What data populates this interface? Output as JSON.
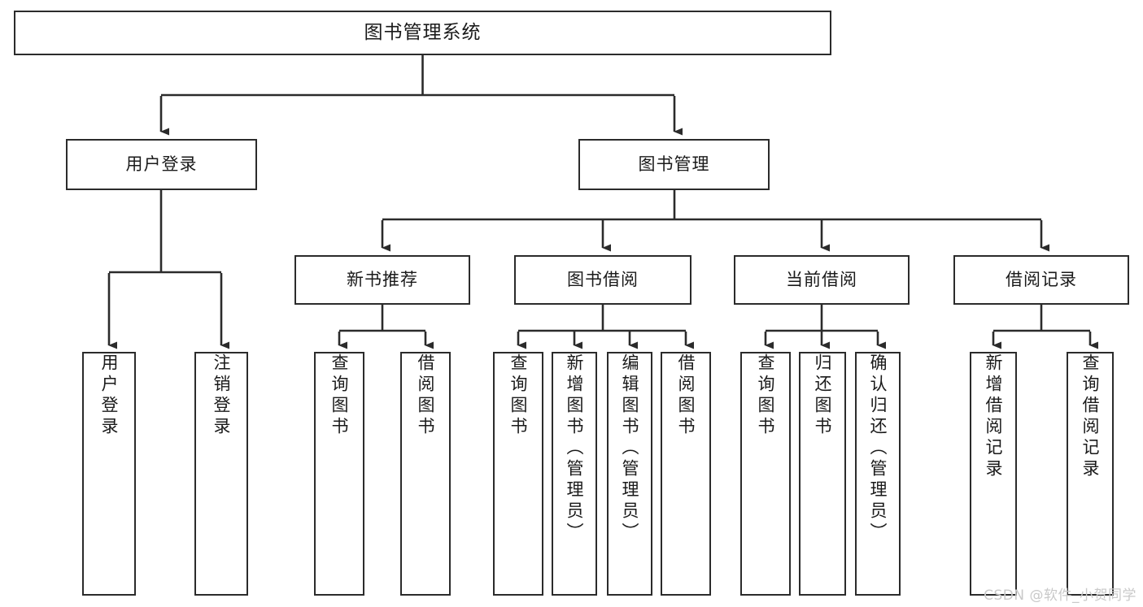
{
  "diagram": {
    "title": "图书管理系统",
    "type": "tree",
    "watermark": "CSDN @软件_小贺同学",
    "colors": {
      "box_border": "#2b2b2b",
      "box_fill": "#ffffff",
      "line": "#2b2b2b",
      "text": "#1a1a1a",
      "watermark": "#c9c9c9"
    },
    "nodes": {
      "root": {
        "label": "图书管理系统"
      },
      "level2": [
        {
          "id": "user-login",
          "label": "用户登录"
        },
        {
          "id": "book-manage",
          "label": "图书管理"
        }
      ],
      "level3": [
        {
          "id": "new-book-recommend",
          "label": "新书推荐"
        },
        {
          "id": "book-borrow",
          "label": "图书借阅"
        },
        {
          "id": "current-borrow",
          "label": "当前借阅"
        },
        {
          "id": "borrow-record",
          "label": "借阅记录"
        }
      ],
      "leaves": {
        "user_login": [
          {
            "id": "leaf-user-login",
            "label": "用户登录"
          },
          {
            "id": "leaf-logout-login",
            "label": "注销登录"
          }
        ],
        "new_book_recommend": [
          {
            "id": "leaf-query-book-1",
            "label": "查询图书"
          },
          {
            "id": "leaf-borrow-book-1",
            "label": "借阅图书"
          }
        ],
        "book_borrow": [
          {
            "id": "leaf-query-book-2",
            "label": "查询图书"
          },
          {
            "id": "leaf-add-book",
            "label": "新增图书（管理员）"
          },
          {
            "id": "leaf-edit-book",
            "label": "编辑图书（管理员）"
          },
          {
            "id": "leaf-borrow-book-2",
            "label": "借阅图书"
          }
        ],
        "current_borrow": [
          {
            "id": "leaf-query-book-3",
            "label": "查询图书"
          },
          {
            "id": "leaf-return-book",
            "label": "归还图书"
          },
          {
            "id": "leaf-confirm-return",
            "label": "确认归还（管理员）"
          }
        ],
        "borrow_record": [
          {
            "id": "leaf-add-record",
            "label": "新增借阅记录"
          },
          {
            "id": "leaf-query-record",
            "label": "查询借阅记录"
          }
        ]
      }
    },
    "edges": [
      {
        "from": "root",
        "to": "user-login"
      },
      {
        "from": "root",
        "to": "book-manage"
      },
      {
        "from": "user-login",
        "to": "leaf-user-login"
      },
      {
        "from": "user-login",
        "to": "leaf-logout-login"
      },
      {
        "from": "book-manage",
        "to": "new-book-recommend"
      },
      {
        "from": "book-manage",
        "to": "book-borrow"
      },
      {
        "from": "book-manage",
        "to": "current-borrow"
      },
      {
        "from": "book-manage",
        "to": "borrow-record"
      },
      {
        "from": "new-book-recommend",
        "to": "leaf-query-book-1"
      },
      {
        "from": "new-book-recommend",
        "to": "leaf-borrow-book-1"
      },
      {
        "from": "book-borrow",
        "to": "leaf-query-book-2"
      },
      {
        "from": "book-borrow",
        "to": "leaf-add-book"
      },
      {
        "from": "book-borrow",
        "to": "leaf-edit-book"
      },
      {
        "from": "book-borrow",
        "to": "leaf-borrow-book-2"
      },
      {
        "from": "current-borrow",
        "to": "leaf-query-book-3"
      },
      {
        "from": "current-borrow",
        "to": "leaf-return-book"
      },
      {
        "from": "current-borrow",
        "to": "leaf-confirm-return"
      },
      {
        "from": "borrow-record",
        "to": "leaf-add-record"
      },
      {
        "from": "borrow-record",
        "to": "leaf-query-record"
      }
    ]
  }
}
